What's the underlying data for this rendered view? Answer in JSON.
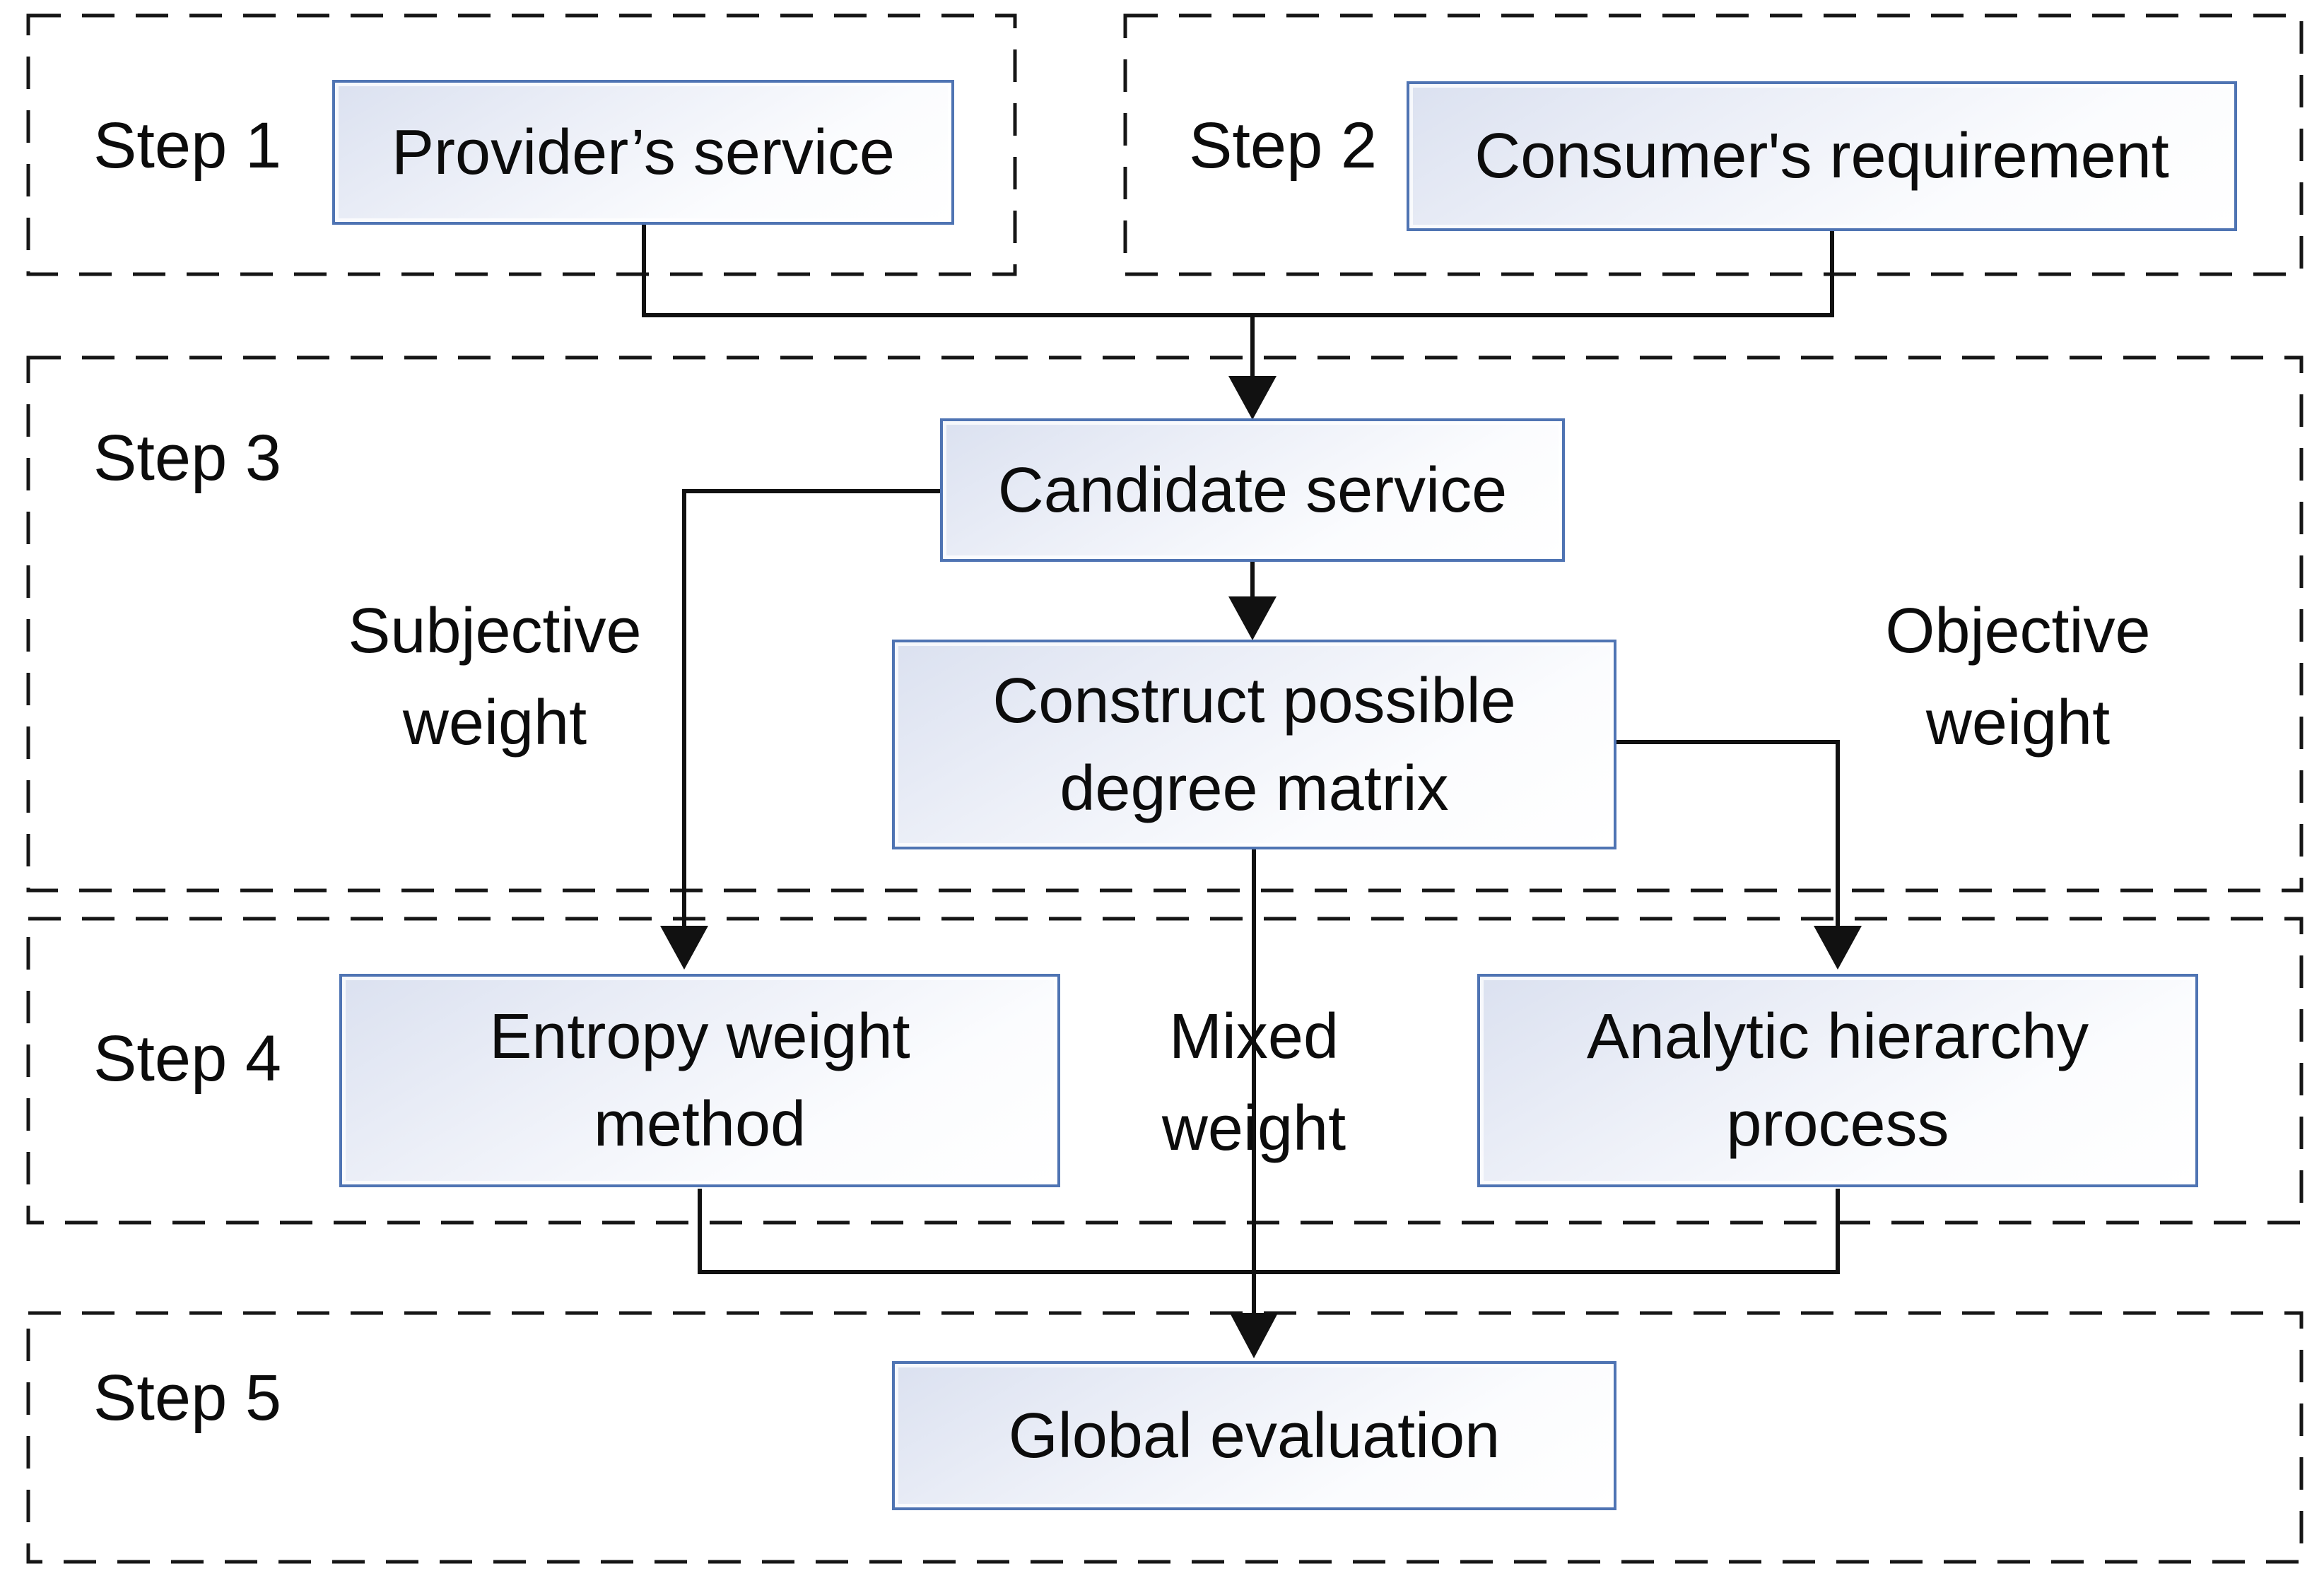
{
  "figure": {
    "type": "flowchart",
    "background_color": "#ffffff",
    "colors": {
      "node_border": "#4f74b3",
      "node_fill_top": "#dbe1f0",
      "node_fill_bottom": "#ffffff",
      "connector_line": "#111111",
      "dashed_region_border": "#161616",
      "text": "#0c0c0c"
    },
    "steps": [
      {
        "label": "Step 1"
      },
      {
        "label": "Step 2"
      },
      {
        "label": "Step 3"
      },
      {
        "label": "Step 4"
      },
      {
        "label": "Step 5"
      }
    ],
    "nodes": {
      "provider": {
        "label": "Provider’s service"
      },
      "consumer": {
        "label": "Consumer's requirement"
      },
      "candidate": {
        "label": "Candidate service"
      },
      "matrix": {
        "label": "Construct possible\ndegree matrix"
      },
      "entropy": {
        "label": "Entropy weight\nmethod"
      },
      "ahp": {
        "label": "Analytic hierarchy\nprocess"
      },
      "global": {
        "label": "Global evaluation"
      }
    },
    "edge_labels": {
      "subjective": {
        "label": "Subjective\nweight"
      },
      "objective": {
        "label": "Objective\nweight"
      },
      "mixed": {
        "label": "Mixed\nweight"
      }
    }
  }
}
